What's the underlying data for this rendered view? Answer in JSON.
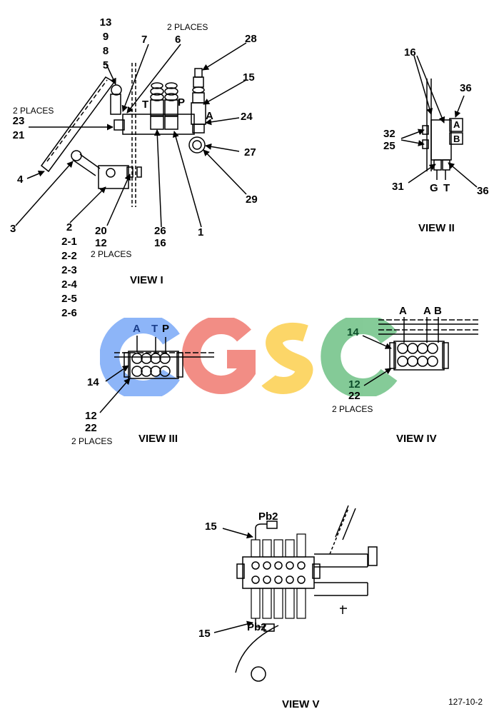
{
  "watermark": {
    "letters": [
      "C",
      "G",
      "S",
      "C"
    ],
    "colors": [
      "#4285F4",
      "#EA4335",
      "#FBBC05",
      "#34A853"
    ]
  },
  "view1": {
    "title": "VIEW I",
    "top_stack": [
      "13",
      "9",
      "8",
      "5"
    ],
    "left_stack": [
      "23",
      "21"
    ],
    "bottom_stack": [
      "2",
      "2-1",
      "2-2",
      "2-3",
      "2-4",
      "2-5",
      "2-6"
    ],
    "places": "2 PLACES",
    "labels": {
      "l7": "7",
      "l6": "6",
      "l28": "28",
      "l15": "15",
      "l24": "24",
      "l27": "27",
      "l29": "29",
      "l1": "1",
      "l26": "26",
      "l16": "16",
      "l20": "20",
      "l12": "12",
      "l4": "4",
      "l3": "3",
      "port_t": "T",
      "port_p": "P",
      "port_a": "A"
    }
  },
  "view2": {
    "title": "VIEW II",
    "labels": {
      "l16": "16",
      "l36a": "36",
      "l32": "32",
      "l25": "25",
      "l31": "31",
      "l36b": "36",
      "port_g": "G",
      "port_t": "T",
      "port_a": "A",
      "port_b": "B"
    }
  },
  "view3": {
    "title": "VIEW III",
    "labels": {
      "port_a": "A",
      "port_t": "T",
      "port_p": "P",
      "l14": "14",
      "l12": "12",
      "l22": "22",
      "places": "2 PLACES"
    }
  },
  "view4": {
    "title": "VIEW IV",
    "labels": {
      "port_a1": "A",
      "port_a2": "A",
      "port_b": "B",
      "l14": "14",
      "l12": "12",
      "l22": "22",
      "places": "2 PLACES"
    }
  },
  "view5": {
    "title": "VIEW V",
    "labels": {
      "pb2_top": "Pb2",
      "pb2_bottom": "Pb2",
      "l15a": "15",
      "l15b": "15"
    }
  },
  "figure_number": "127-10-2"
}
